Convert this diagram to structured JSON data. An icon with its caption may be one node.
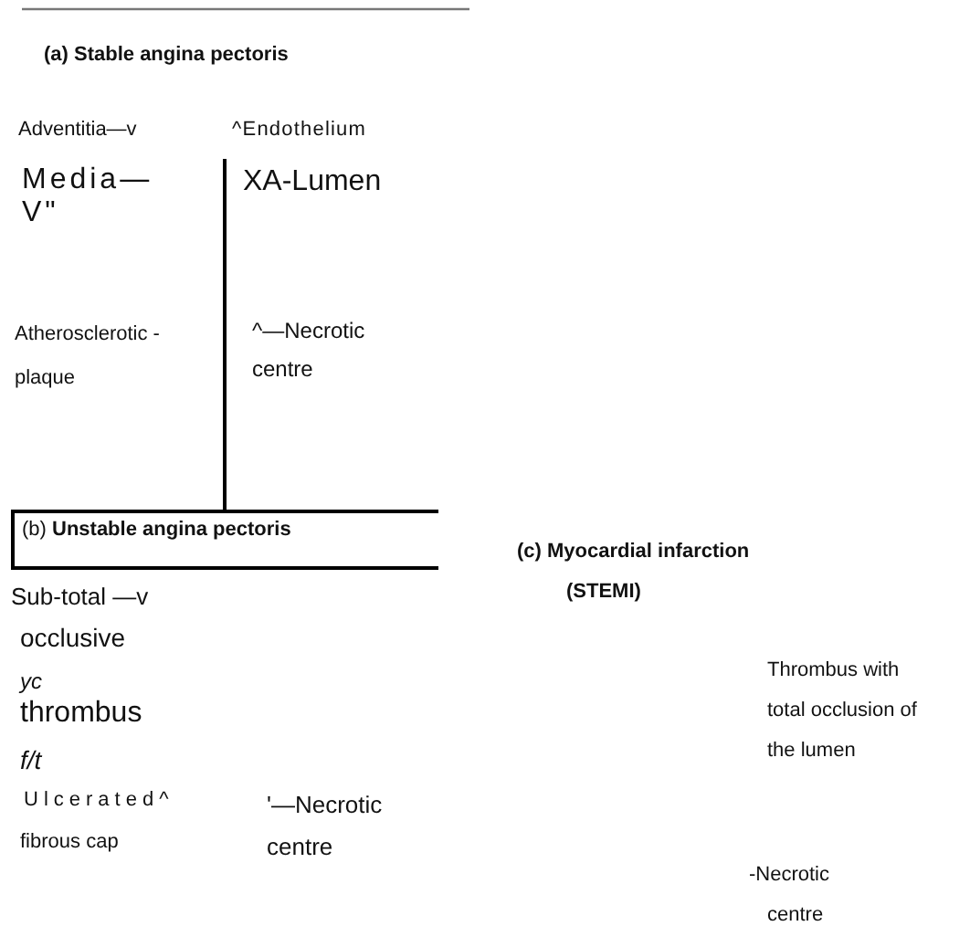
{
  "diagram": {
    "nodes": [
      {
        "text": [
          "(b) **Unstable angina pectoris**"
        ]
      }
    ],
    "labels": [
      "(a) Stable angina pectoris",
      "Adventitia—v",
      "^Endothelium",
      "Media— V\"",
      "XA-Lumen",
      "Atherosclerotic -plaque",
      "^—Necrotic centre",
      "Sub-total —v",
      "occlusive",
      "yc",
      "thrombus",
      "f/t",
      "Ulcerated^",
      "fibrous cap",
      "'—Necrotic centre",
      "(c) Myocardial infarction (STEMI)",
      "Thrombus with total occlusion of the lumen",
      "-Necrotic centre"
    ]
  }
}
